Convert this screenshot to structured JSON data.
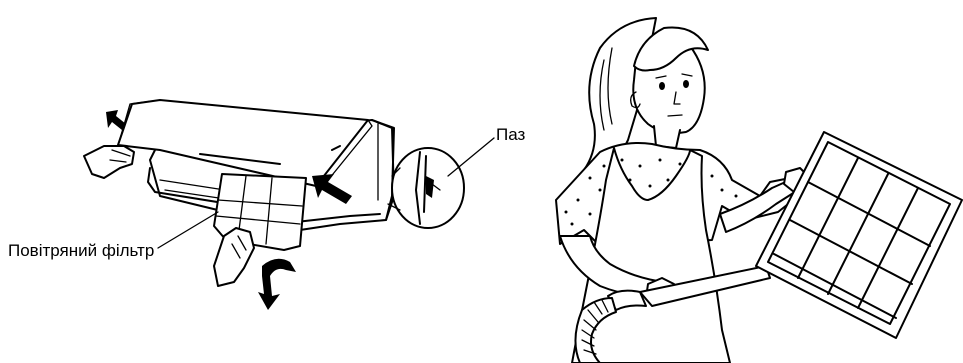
{
  "labels": {
    "slot": "Паз",
    "air_filter": "Повітряний фільтр"
  },
  "icons": [
    "air-conditioner-illustration",
    "filter-removal-hand-icon",
    "rotate-arrow-icon",
    "push-arrow-icon",
    "lift-arrow-icon",
    "woman-holding-filter-illustration",
    "vacuum-cleaner-hose-icon"
  ]
}
